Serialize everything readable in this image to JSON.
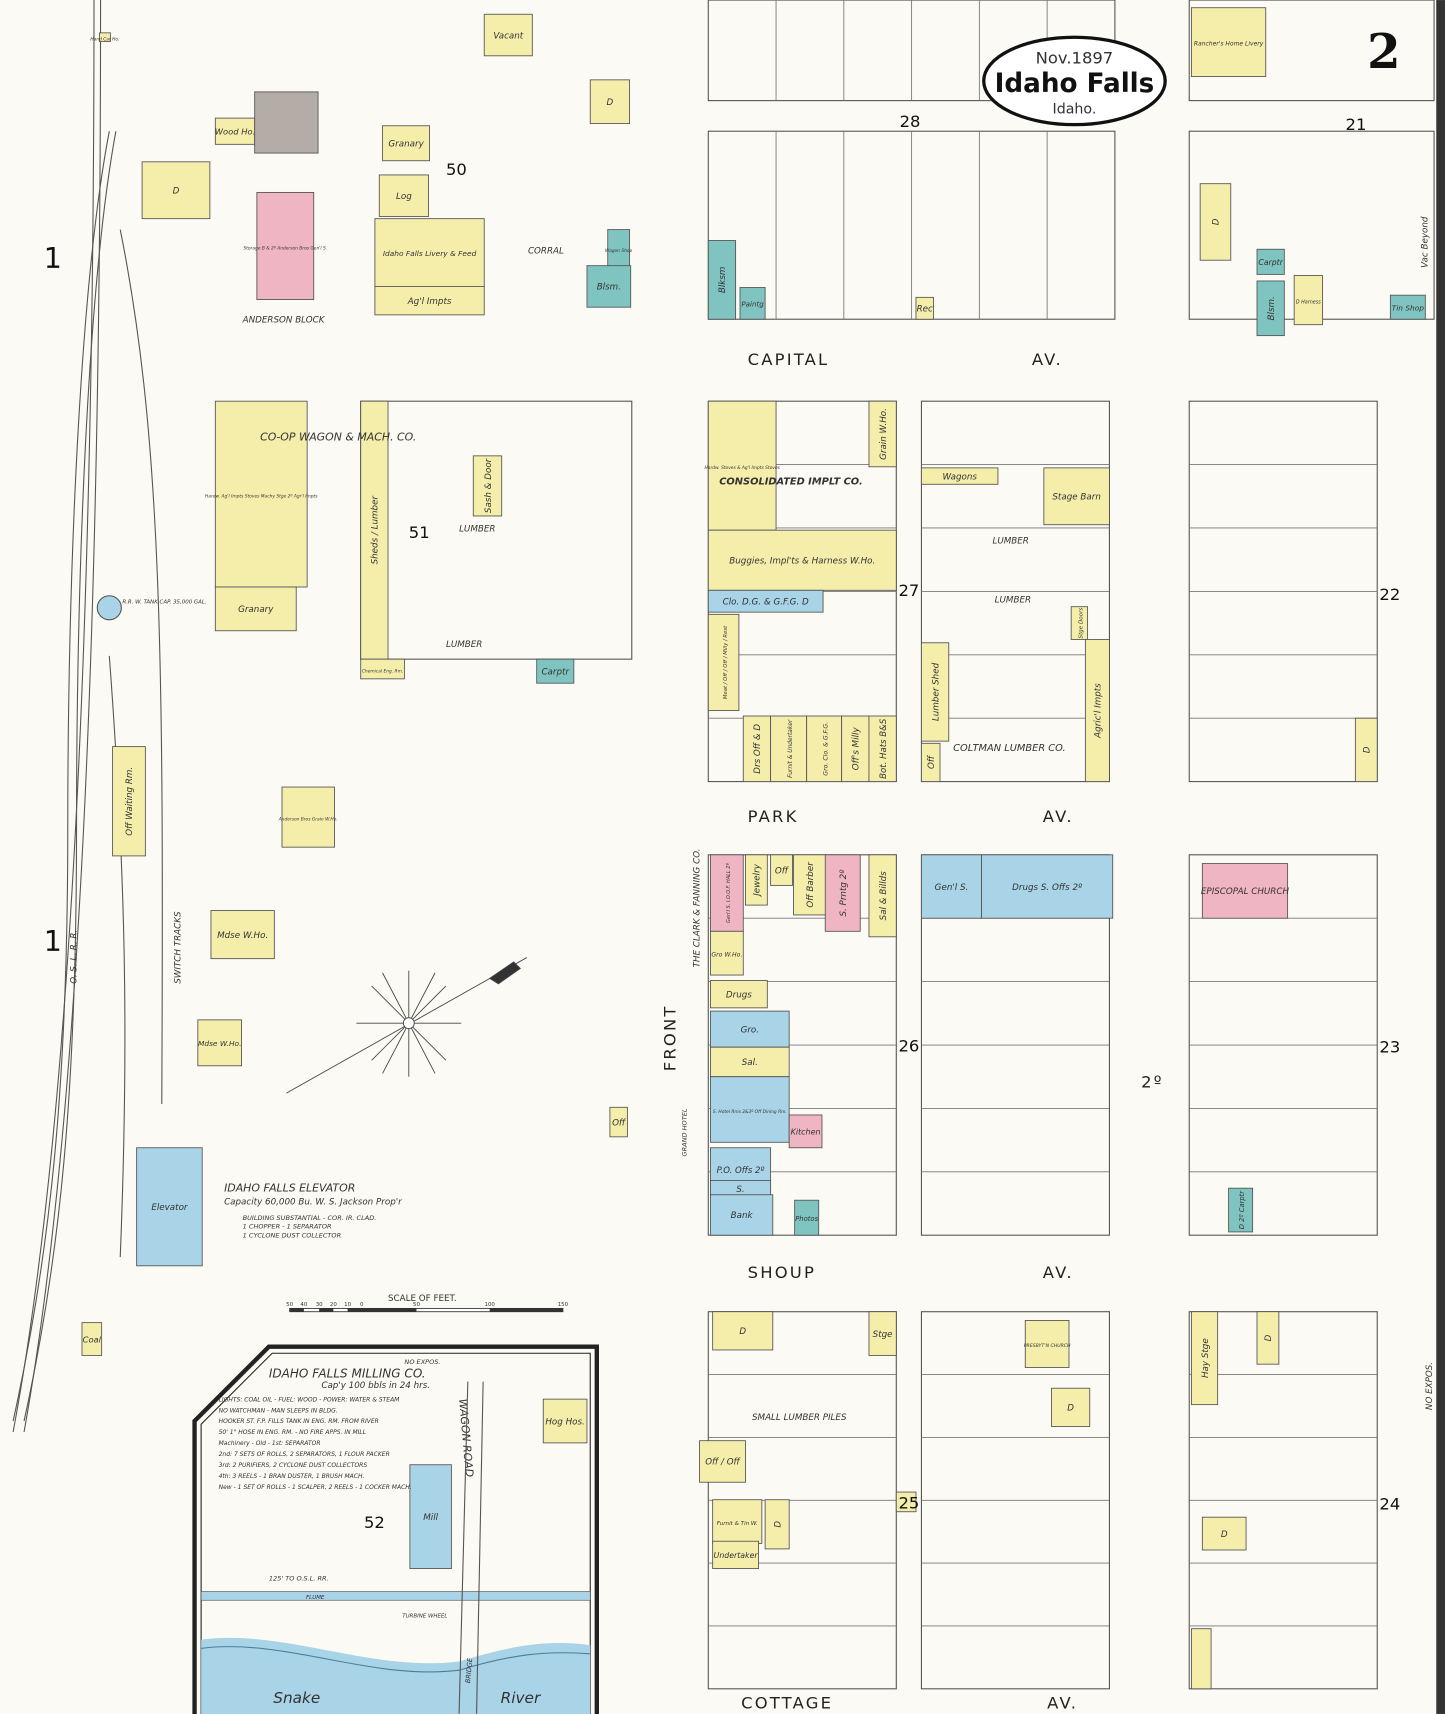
{
  "title": {
    "date": "Nov.1897",
    "city": "Idaho Falls",
    "state": "Idaho."
  },
  "sheet_number": "2",
  "materials": {
    "frame": "#f5eeab",
    "brick": "#f0b5c3",
    "stone": "#a9d3e6",
    "adobe": "#7fc4c0",
    "iron": "#b4aca6"
  },
  "streets": {
    "capital": "CAPITAL",
    "capital_av": "AV.",
    "park": "PARK",
    "park_av": "AV.",
    "shoup": "SHOUP",
    "shoup_av": "AV.",
    "cottage": "COTTAGE",
    "cottage_av": "AV.",
    "front": "FRONT",
    "second": "2º",
    "river_left": "Snake",
    "river_right": "River",
    "wagon_road": "WAGON ROAD",
    "switch_tracks": "SWITCH TRACKS",
    "osl_rr": "O. S. L. R. R.",
    "bridge": "BRIDGE"
  },
  "block_numbers": [
    "50",
    "51",
    "52",
    "27",
    "26",
    "25",
    "28",
    "21",
    "22",
    "23",
    "24"
  ],
  "sheet_refs": [
    "1",
    "1"
  ],
  "labels": {
    "anderson_block": "ANDERSON BLOCK",
    "corral": "CORRAL",
    "coop": "CO-OP   WAGON  &  MACH.   CO.",
    "consolidated": "CONSOLIDATED  IMPLT  CO.",
    "coltman": "COLTMAN LUMBER CO.",
    "lumber1": "LUMBER",
    "lumber2": "LUMBER",
    "lumber3": "LUMBER",
    "lumber4": "LUMBER",
    "small_lumber": "SMALL LUMBER PILES",
    "clark": "THE CLARK & FANNING CO.",
    "grand_hotel": "GRAND HOTEL",
    "vac_beyond": "Vac Beyond",
    "no_expos": "NO EXPOS.",
    "no_expos2": "NO EXPOS.",
    "rr_tank": "R.R. W. TANK CAP. 35,000 GAL.",
    "elevator_title": "IDAHO FALLS ELEVATOR",
    "elevator_cap": "Capacity 60,000 Bu.   W. S. Jackson Prop'r",
    "elevator_notes": [
      "BUILDING SUBSTANTIAL - COR. IR. CLAD.",
      "1 CHOPPER - 1 SEPARATOR",
      "1 CYCLONE DUST COLLECTOR"
    ],
    "mill_title": "IDAHO FALLS MILLING CO.",
    "mill_cap": "Cap'y 100 bbls in 24 hrs.",
    "mill_notes": [
      "LIGHTS: COAL OIL - FUEL: WOOD - POWER: WATER & STEAM",
      "NO WATCHMAN - MAN SLEEPS IN BLDG.",
      "HOOKER ST. F.P. FILLS TANK IN ENG. RM. FROM RIVER",
      "50' 1\" HOSE IN ENG. RM. - NO FIRE APPS. IN MILL",
      "Machinery - Old - 1st: SEPARATOR",
      "2nd: 7 SETS OF ROLLS, 2 SEPARATORS, 1 FLOUR PACKER",
      "3rd: 2 PURIFIERS, 2 CYCLONE DUST COLLECTORS",
      "4th: 3 REELS - 1 BRAN DUSTER, 1 BRUSH MACH.",
      "New - 1 SET OF ROLLS - 1 SCALPER, 2 REELS - 1 COCKER MACH."
    ],
    "mill_rr": "125' TO O.S.L. RR.",
    "flume": "FLUME",
    "turbine": "TURBINE WHEEL",
    "scale_title": "SCALE OF FEET.",
    "scale_ticks": [
      "50",
      "40",
      "30",
      "20",
      "10",
      "0",
      "50",
      "100",
      "150"
    ]
  },
  "buildings": [
    {
      "label": "Hand Car Ho.",
      "material": "frame"
    },
    {
      "label": "Wood Ho.",
      "material": "frame"
    },
    {
      "label": "",
      "material": "iron"
    },
    {
      "label": "D",
      "material": "frame"
    },
    {
      "label": "Storage B & 2º  Anderson Bros  Gen'l S.",
      "material": "brick"
    },
    {
      "label": "Granary",
      "material": "frame"
    },
    {
      "label": "Log",
      "material": "frame"
    },
    {
      "label": "Idaho Falls Livery & Feed",
      "material": "frame"
    },
    {
      "label": "Ag'l Impts",
      "material": "frame"
    },
    {
      "label": "Wagon Shop",
      "material": "adobe"
    },
    {
      "label": "Blsm.",
      "material": "adobe"
    },
    {
      "label": "Vacant",
      "material": "frame"
    },
    {
      "label": "D",
      "material": "frame"
    },
    {
      "label": "Blksm",
      "material": "adobe"
    },
    {
      "label": "Paintg",
      "material": "adobe"
    },
    {
      "label": "Rec",
      "material": "frame"
    },
    {
      "label": "Rancher's Home Livery",
      "material": "frame"
    },
    {
      "label": "D",
      "material": "frame"
    },
    {
      "label": "Carptr",
      "material": "adobe"
    },
    {
      "label": "Blsm.",
      "material": "adobe"
    },
    {
      "label": "D  Harness",
      "material": "frame"
    },
    {
      "label": "Tin Shop",
      "material": "adobe"
    },
    {
      "label": "Hardw. Ag'l Impts Stoves  Machy Stge 2º  Agr'l Impts",
      "material": "frame"
    },
    {
      "label": "Granary",
      "material": "frame"
    },
    {
      "label": "Sheds / Lumber",
      "material": "frame"
    },
    {
      "label": "Sash & Door",
      "material": "frame"
    },
    {
      "label": "Carptr",
      "material": "adobe"
    },
    {
      "label": "Chemical Eng. Rm.",
      "material": "frame"
    },
    {
      "label": "Off  Waiting Rm.",
      "material": "frame"
    },
    {
      "label": "Anderson Bros Grain W.Ho.",
      "material": "frame"
    },
    {
      "label": "Mdse W.Ho.",
      "material": "frame"
    },
    {
      "label": "Mdse W.Ho.",
      "material": "frame"
    },
    {
      "label": "Off",
      "material": "frame"
    },
    {
      "label": "Elevator",
      "material": "stone"
    },
    {
      "label": "Coal",
      "material": "frame"
    },
    {
      "label": "Hardw. Stoves & Ag'l Impts  Stoves",
      "material": "frame"
    },
    {
      "label": "Buggies, Impl'ts & Harness   W.Ho.",
      "material": "frame"
    },
    {
      "label": "Grain W.Ho.",
      "material": "frame"
    },
    {
      "label": "Clo. D.G. & G.F.G.   D",
      "material": "stone"
    },
    {
      "label": "Meat / Off / Off / Milly / Rest",
      "material": "frame"
    },
    {
      "label": "Drs Off & D",
      "material": "frame"
    },
    {
      "label": "Furnit & Undertaker",
      "material": "frame"
    },
    {
      "label": "Gro. Clo. & G.F.G.",
      "material": "frame"
    },
    {
      "label": "Off's  Milly",
      "material": "frame"
    },
    {
      "label": "Bot. Hats B&S",
      "material": "frame"
    },
    {
      "label": "Wagons",
      "material": "frame"
    },
    {
      "label": "Stage Barn",
      "material": "frame"
    },
    {
      "label": "Stge Doors",
      "material": "frame"
    },
    {
      "label": "Lumber Shed",
      "material": "frame"
    },
    {
      "label": "Off",
      "material": "frame"
    },
    {
      "label": "Agric'l Impts",
      "material": "frame"
    },
    {
      "label": "D",
      "material": "frame"
    },
    {
      "label": "Gen'l S.  I.O.O.F. HALL 2º",
      "material": "brick"
    },
    {
      "label": "Jewelry",
      "material": "frame"
    },
    {
      "label": "Off",
      "material": "frame"
    },
    {
      "label": "Off  Barber",
      "material": "frame"
    },
    {
      "label": "S.  Prntg 2º",
      "material": "brick"
    },
    {
      "label": "Sal & Billds",
      "material": "frame"
    },
    {
      "label": "Gro W.Ho.",
      "material": "frame"
    },
    {
      "label": "Drugs",
      "material": "frame"
    },
    {
      "label": "Gro.",
      "material": "stone"
    },
    {
      "label": "Sal.",
      "material": "frame"
    },
    {
      "label": "S. Hotel Rms 2&3º  Off  Dining Rm.",
      "material": "stone"
    },
    {
      "label": "Kitchen",
      "material": "brick"
    },
    {
      "label": "P.O. Offs 2º",
      "material": "stone"
    },
    {
      "label": "S.",
      "material": "stone"
    },
    {
      "label": "Bank",
      "material": "stone"
    },
    {
      "label": "Photos",
      "material": "adobe"
    },
    {
      "label": "Gen'l S.",
      "material": "stone"
    },
    {
      "label": "Drugs   S.  Offs 2º",
      "material": "stone"
    },
    {
      "label": "EPISCOPAL CHURCH",
      "material": "brick"
    },
    {
      "label": "D 2º Carptr",
      "material": "adobe"
    },
    {
      "label": "D",
      "material": "frame"
    },
    {
      "label": "Stge",
      "material": "frame"
    },
    {
      "label": "Off / Off",
      "material": "frame"
    },
    {
      "label": "Furnit & Tin W.",
      "material": "frame"
    },
    {
      "label": "Undertaker",
      "material": "frame"
    },
    {
      "label": "D",
      "material": "frame"
    },
    {
      "label": "PRESBYT'N CHURCH",
      "material": "frame"
    },
    {
      "label": "D",
      "material": "frame"
    },
    {
      "label": "Hay Stge",
      "material": "frame"
    },
    {
      "label": "D",
      "material": "frame"
    },
    {
      "label": "D",
      "material": "frame"
    },
    {
      "label": "",
      "material": "frame"
    },
    {
      "label": "Mill",
      "material": "stone"
    },
    {
      "label": "Hog Hos.",
      "material": "frame"
    },
    {
      "label": "",
      "material": "frame"
    }
  ]
}
